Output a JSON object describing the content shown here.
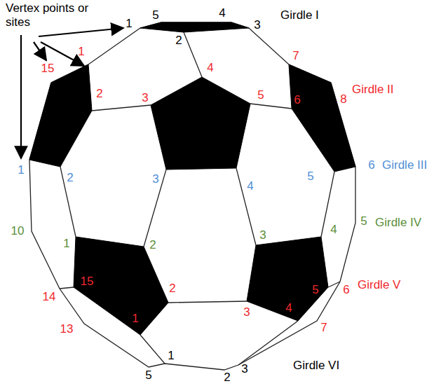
{
  "diagram": {
    "labels": [
      "Vertex points or sites",
      "5",
      "4",
      "1",
      "2",
      "3",
      "Girdle I",
      "1",
      "15",
      "2",
      "3",
      "4",
      "5",
      "7",
      "6",
      "8",
      "Girdle II",
      "1",
      "2",
      "3",
      "4",
      "5",
      "6",
      "Girdle III",
      "10",
      "1",
      "2",
      "3",
      "4",
      "5",
      "Girdle IV",
      "14",
      "15",
      "2",
      "1",
      "13",
      "3",
      "4",
      "5",
      "6",
      "7",
      "Girdle V",
      "5",
      "1",
      "2",
      "3",
      "Girdle VI"
    ]
  }
}
